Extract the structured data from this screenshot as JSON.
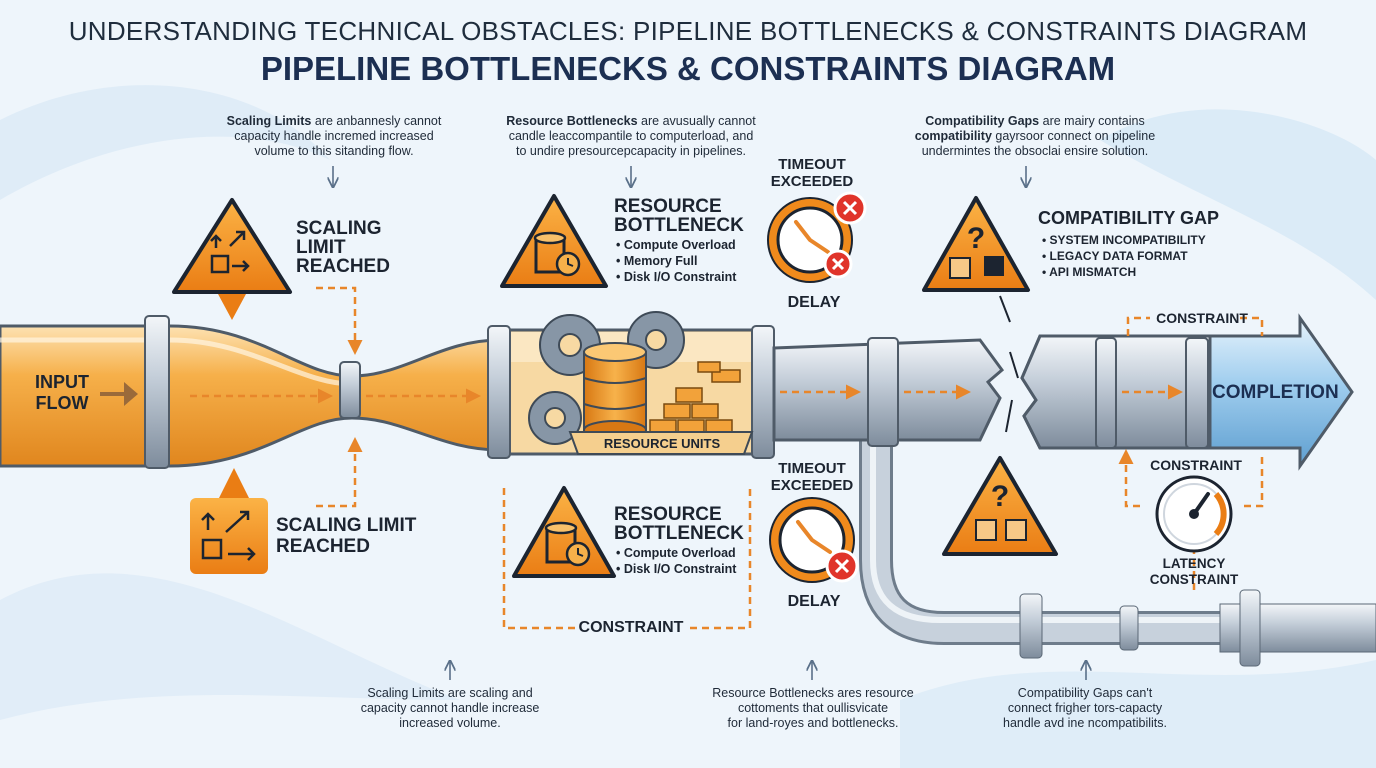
{
  "title": "UNDERSTANDING TECHNICAL OBSTACLES: PIPELINE BOTTLENECKS & CONSTRAINTS DIAGRAM",
  "subtitle": "PIPELINE BOTTLENECKS & CONSTRAINTS DIAGRAM",
  "top_notes": {
    "scaling": {
      "bold": "Scaling Limits",
      "line1": " are anbannesly cannot",
      "line2": "capacity handle incremed increased",
      "line3": "volume to this sitanding flow."
    },
    "resource": {
      "bold": "Resource Bottlenecks",
      "line1": " are avusually cannot",
      "line2": "candle leaccompantile to computerload, and",
      "line3": "to undire presourcepcapacity in pipelines."
    },
    "compat": {
      "line1_bold": "Compatibility Gaps",
      "line1": " are mairy contains",
      "line2_bold": "compatibility",
      "line2": " gayrsoor connect on pipeline",
      "line3": "undermintes the obsoclai ensire solution."
    }
  },
  "input_flow": "INPUT\nFLOW",
  "completion": "COMPLETION",
  "scaling_top": {
    "label": "SCALING\nLIMIT\nREACHED"
  },
  "scaling_bottom": {
    "label": "SCALING LIMIT\nREACHED"
  },
  "resource_top": {
    "heading": "RESOURCE\nBOTTLENECK",
    "items": [
      "Compute Overload",
      "Memory Full",
      "Disk I/O Constraint"
    ]
  },
  "resource_bottom": {
    "heading": "RESOURCE\nBOTTLENECK",
    "items": [
      "Compute Overload",
      "Disk I/O Constraint"
    ]
  },
  "resource_units": "RESOURCE UNITS",
  "timeout_top": {
    "label": "TIMEOUT\nEXCEEDED",
    "delay": "DELAY"
  },
  "timeout_bottom": {
    "label": "TIMEOUT\nEXCEEDED",
    "delay": "DELAY"
  },
  "compat_gap": {
    "heading": "COMPATIBILITY GAP",
    "items": [
      "SYSTEM INCOMPATIBILITY",
      "LEGACY DATA FORMAT",
      "API MISMATCH"
    ]
  },
  "constraints": {
    "bottom_center": "CONSTRAINT",
    "top_right": "CONSTRAINT",
    "right_mid": "CONSTRAINT"
  },
  "latency": "LATENCY\nCONSTRAINT",
  "bottom_notes": {
    "scaling": {
      "line1": "Scaling Limits are scaling and",
      "line2": "capacity cannot handle increase",
      "line3": "increased volume."
    },
    "resource": {
      "line1": "Resource Bottlenecks ares resource",
      "line2": "cottoments that oullisvicate",
      "line3": "for land-royes and bottlenecks."
    },
    "compat": {
      "line1": "Compatibility Gaps can't",
      "line2": "connect frigher tors-capacty",
      "line3": "handle avd ine ncompatibilits."
    }
  },
  "colors": {
    "orange": "#f08a1c",
    "pipe_orange": "#f3a93d",
    "steel": "#a9b6c4",
    "blue_end": "#8cc2ea",
    "navy": "#1c2f52",
    "red": "#e0342a",
    "dash": "#e8862a"
  }
}
